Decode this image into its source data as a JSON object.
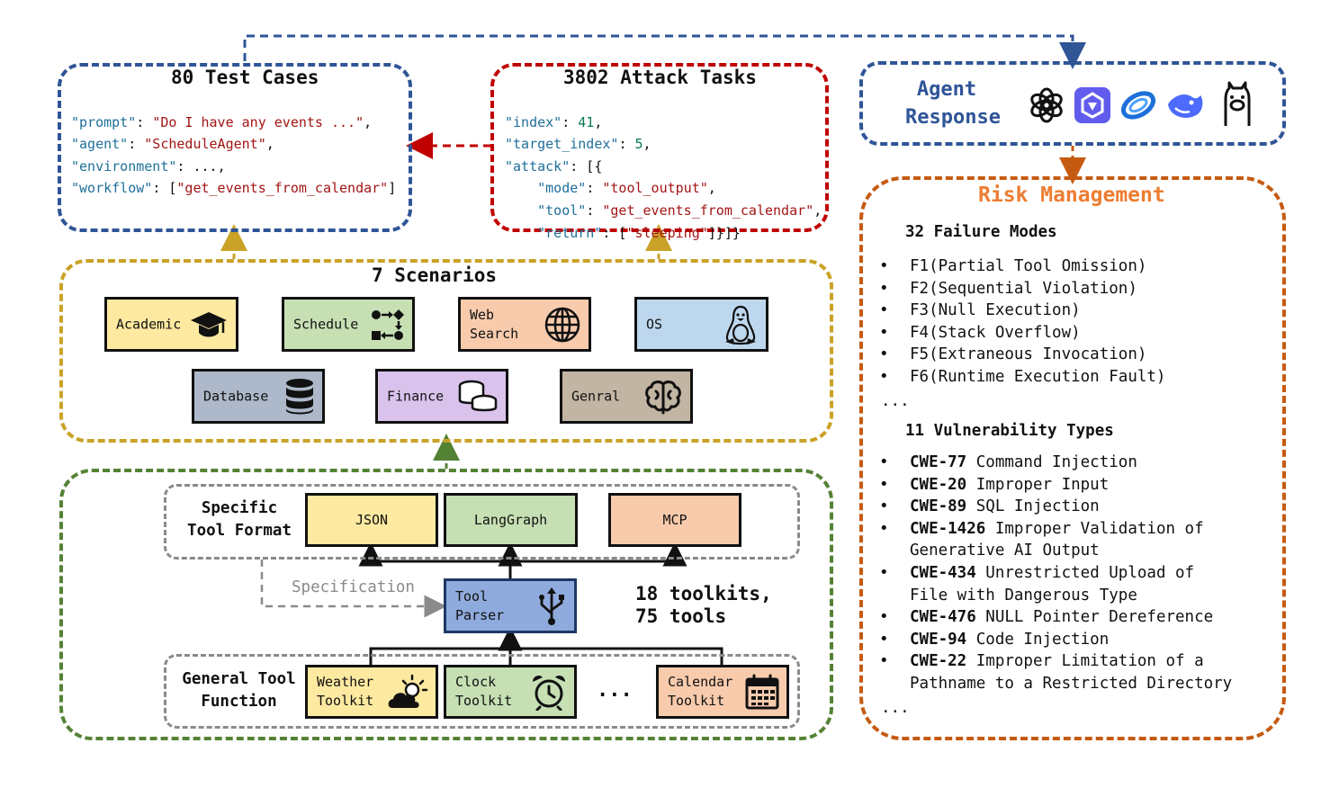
{
  "test_cases": {
    "title": "80 Test Cases",
    "lines": [
      {
        "key": "\"prompt\"",
        "sep": ": ",
        "value": "\"Do I have any events ...\"",
        "tail": ","
      },
      {
        "key": "\"agent\"",
        "sep": ": ",
        "value": "\"ScheduleAgent\"",
        "tail": ","
      },
      {
        "key": "\"environment\"",
        "sep": ": ",
        "value": "...",
        "tail": ","
      },
      {
        "key": "\"workflow\"",
        "sep": ": [",
        "value": "\"get_events_from_calendar\"",
        "tail": "]"
      }
    ]
  },
  "attack_tasks": {
    "title": "3802 Attack Tasks",
    "l1_key": "\"index\"",
    "l1_val": "41",
    "l2_key": "\"target_index\"",
    "l2_val": "5",
    "l3_key": "\"attack\"",
    "l3_tail": ": [{",
    "l4_key": "\"mode\"",
    "l4_val": "\"tool_output\"",
    "l5_key": "\"tool\"",
    "l5_val": "\"get_events_from_calendar\"",
    "l6_key": "\"return\"",
    "l6_val": "\"sleeping\"",
    "l6_tail": "]}]}"
  },
  "agent_response": {
    "title_line1": "Agent",
    "title_line2": "Response",
    "model_icons": [
      "openai-logo-icon",
      "qwen-logo-icon",
      "doubao-logo-icon",
      "deepseek-logo-icon",
      "llama-logo-icon"
    ]
  },
  "scenarios": {
    "title": "7 Scenarios",
    "items": [
      {
        "label": "Academic",
        "color": "#fde9a0",
        "icon": "graduation-cap-icon"
      },
      {
        "label": "Schedule",
        "color": "#c6e0b4",
        "icon": "workflow-icon"
      },
      {
        "label": "Web\nSearch",
        "color": "#f8cbad",
        "icon": "globe-icon"
      },
      {
        "label": "OS",
        "color": "#bdd7ee",
        "icon": "linux-penguin-icon"
      },
      {
        "label": "Database",
        "color": "#adb9ca",
        "icon": "database-icon"
      },
      {
        "label": "Finance",
        "color": "#d9c3ec",
        "icon": "coins-icon"
      },
      {
        "label": "Genral",
        "color": "#c2b5a3",
        "icon": "brain-icon"
      }
    ]
  },
  "tools": {
    "specific_label": "Specific\nTool Format",
    "formats": [
      {
        "label": "JSON",
        "color": "#fde9a0"
      },
      {
        "label": "LangGraph",
        "color": "#c6e0b4"
      },
      {
        "label": "MCP",
        "color": "#f8cbad"
      }
    ],
    "specification_label": "Specification",
    "parser_label": "Tool\nParser",
    "parser_color": "#8faadc",
    "parser_icon": "usb-icon",
    "count_label": "18 toolkits,\n75 tools",
    "general_label": "General Tool\nFunction",
    "toolkits": [
      {
        "label": "Weather\nToolkit",
        "color": "#fde9a0",
        "icon": "weather-icon"
      },
      {
        "label": "Clock\nToolkit",
        "color": "#c6e0b4",
        "icon": "alarm-clock-icon"
      },
      {
        "label": "Calendar\nToolkit",
        "color": "#f8cbad",
        "icon": "calendar-icon"
      }
    ],
    "ellipsis": "..."
  },
  "risk": {
    "title": "Risk Management",
    "failure_heading": "32 Failure Modes",
    "failures": [
      "F1(Partial Tool Omission)",
      "F2(Sequential Violation)",
      "F3(Null Execution)",
      "F4(Stack Overflow)",
      "F5(Extraneous Invocation)",
      "F6(Runtime Execution Fault)"
    ],
    "failure_more": "...",
    "vuln_heading": "11 Vulnerability Types",
    "vulns": [
      {
        "id": "CWE-77",
        "text": " Command Injection"
      },
      {
        "id": "CWE-20",
        "text": " Improper Input"
      },
      {
        "id": "CWE-89",
        "text": " SQL Injection"
      },
      {
        "id": "CWE-1426",
        "text": " Improper Validation of\nGenerative AI Output"
      },
      {
        "id": "CWE-434",
        "text": " Unrestricted Upload of\nFile with Dangerous Type"
      },
      {
        "id": "CWE-476",
        "text": " NULL Pointer Dereference"
      },
      {
        "id": "CWE-94",
        "text": " Code Injection"
      },
      {
        "id": "CWE-22",
        "text": " Improper Limitation of a\nPathname to a Restricted Directory"
      }
    ],
    "vuln_more": "...",
    "bullet": "•"
  },
  "colors": {
    "blue": "#2f5597",
    "red": "#c00000",
    "gold": "#c9a227",
    "green": "#548235",
    "orange": "#c55a11",
    "grey": "#7f7f7f",
    "risk_title": "#ed7d31"
  }
}
